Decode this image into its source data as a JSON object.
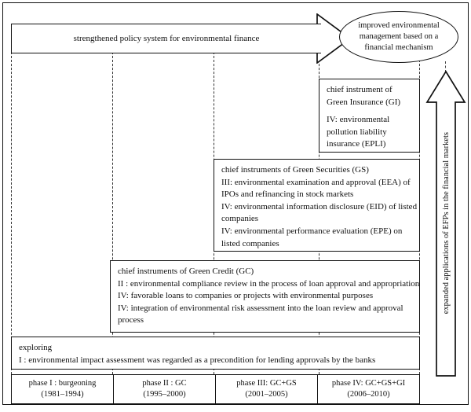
{
  "banner": {
    "text": "strengthened policy system for environmental finance"
  },
  "outcome": {
    "text": "improved environmental management based on a financial mechanism"
  },
  "vertical_arrow": {
    "label": "expanded applications of EFPs in the financial markets"
  },
  "boxes": {
    "green_insurance": {
      "title_line1": "chief instrument of",
      "title_line2": "Green Insurance (GI)",
      "items": [
        "IV: environmental",
        "pollution liability",
        "insurance (EPLI)"
      ]
    },
    "green_securities": {
      "title": "chief instruments of Green Securities (GS)",
      "items": [
        "III: environmental examination and approval (EEA) of",
        "IPOs and refinancing in stock markets",
        "IV: environmental information disclosure (EID) of listed",
        "companies",
        "IV: environmental performance evaluation (EPE) on",
        "listed companies"
      ]
    },
    "green_credit": {
      "title": "chief instruments of Green Credit (GC)",
      "items": [
        "II : environmental compliance review in the process of loan approval and appropriation",
        "IV: favorable loans to companies or projects with environmental purposes",
        "IV: integration of environmental risk assessment into the loan review and approval",
        "process"
      ]
    },
    "exploring": {
      "title": "exploring",
      "items": [
        "I : environmental impact assessment was regarded as a precondition for lending approvals by the banks"
      ]
    }
  },
  "phases": [
    {
      "name": "phase I : burgeoning",
      "years": "(1981–1994)"
    },
    {
      "name": "phase II : GC",
      "years": "(1995–2000)"
    },
    {
      "name": "phase III: GC+GS",
      "years": "(2001–2005)"
    },
    {
      "name": "phase IV: GC+GS+GI",
      "years": "(2006–2010)"
    }
  ],
  "colors": {
    "stroke": "#111111",
    "background": "#ffffff"
  }
}
